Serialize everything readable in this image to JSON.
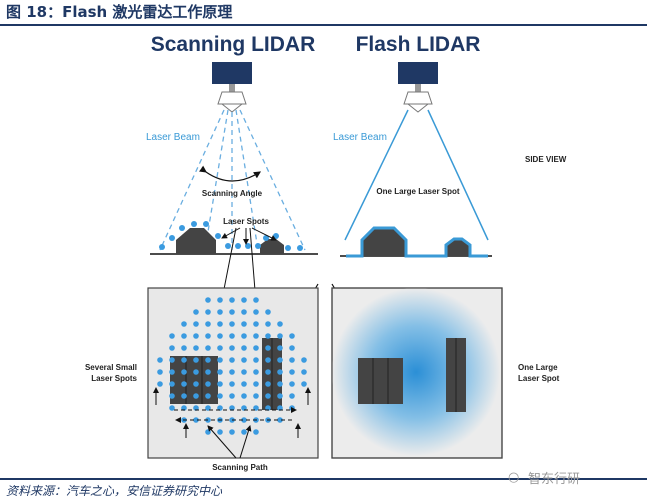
{
  "figure_title": "图 18：Flash 激光雷达工作原理",
  "source": "资料来源：汽车之心，安信证券研究中心",
  "watermark": "智东行研",
  "colors": {
    "navy": "#1f3864",
    "beam": "#3a9ad6",
    "spot": "#3b9be0",
    "object": "#444444"
  },
  "scanning": {
    "heading": "Scanning LIDAR",
    "beam_label": "Laser Beam",
    "angle_label": "Scanning Angle",
    "spots_label": "Laser Spots",
    "spots_side_label": [
      "Several Small",
      "Laser Spots"
    ],
    "path_label": "Scanning Path"
  },
  "flash": {
    "heading": "Flash LIDAR",
    "beam_label": "Laser Beam",
    "spot_label": "One Large Laser Spot",
    "side_view_label": "SIDE VIEW",
    "large_spot_side_label": [
      "One Large",
      "Laser Spot"
    ]
  }
}
